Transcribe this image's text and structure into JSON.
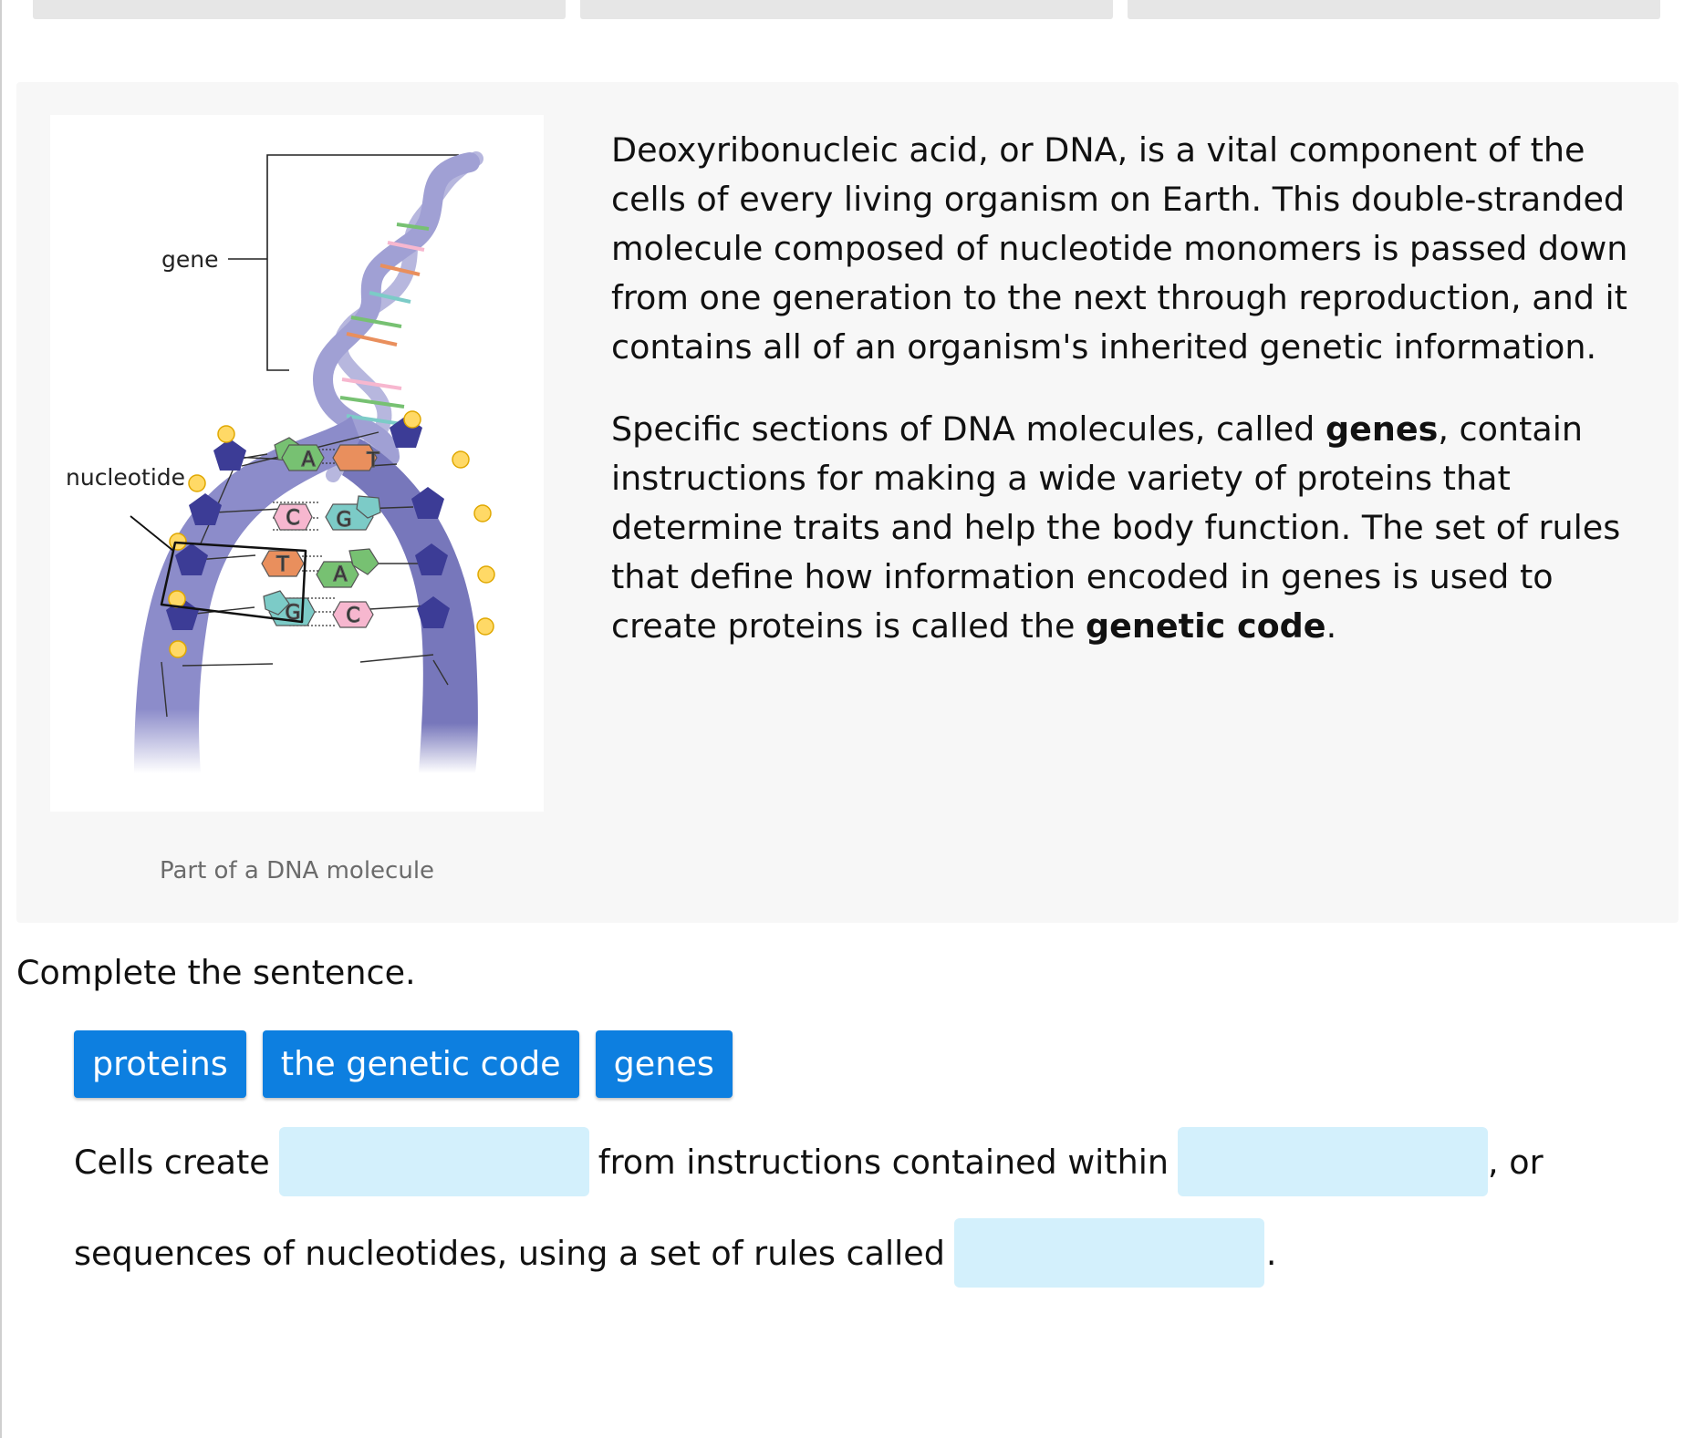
{
  "figure": {
    "gene_label": "gene",
    "nucleotide_label": "nucleotide",
    "base_pairs": [
      {
        "left": "A",
        "right": "T"
      },
      {
        "left": "C",
        "right": "G"
      },
      {
        "left": "T",
        "right": "A"
      },
      {
        "left": "G",
        "right": "C"
      }
    ],
    "caption": "Part of a DNA molecule"
  },
  "passage": {
    "p1": "Deoxyribonucleic acid, or DNA, is a vital component of the cells of every living organism on Earth. This double-stranded molecule composed of nucleotide monomers is passed down from one generation to the next through reproduction, and it contains all of an organism's inherited genetic information.",
    "p2_a": "Specific sections of DNA molecules, called ",
    "p2_bold1": "genes",
    "p2_b": ", contain instructions for making a wide variety of proteins that determine traits and help the body function. The set of rules that define how information encoded in genes is used to create proteins is called the ",
    "p2_bold2": "genetic code",
    "p2_c": "."
  },
  "question": {
    "instruction": "Complete the sentence.",
    "word_bank": [
      "proteins",
      "the genetic code",
      "genes"
    ],
    "sentence": {
      "part1": "Cells create",
      "part2": "from instructions contained within",
      "part3": ", or",
      "part4": "sequences of nucleotides, using a set of rules called",
      "part5": "."
    }
  },
  "colors": {
    "accent_button": "#0d7fe0",
    "blank_fill": "#d3f0fc",
    "backbone": "#8c8cca",
    "sugar": "#3c3c96",
    "phosphate": "#ffd966",
    "base_A": "#77c172",
    "base_T": "#e98f5d",
    "base_C": "#f7b7cf",
    "base_G": "#7ccbc7"
  }
}
